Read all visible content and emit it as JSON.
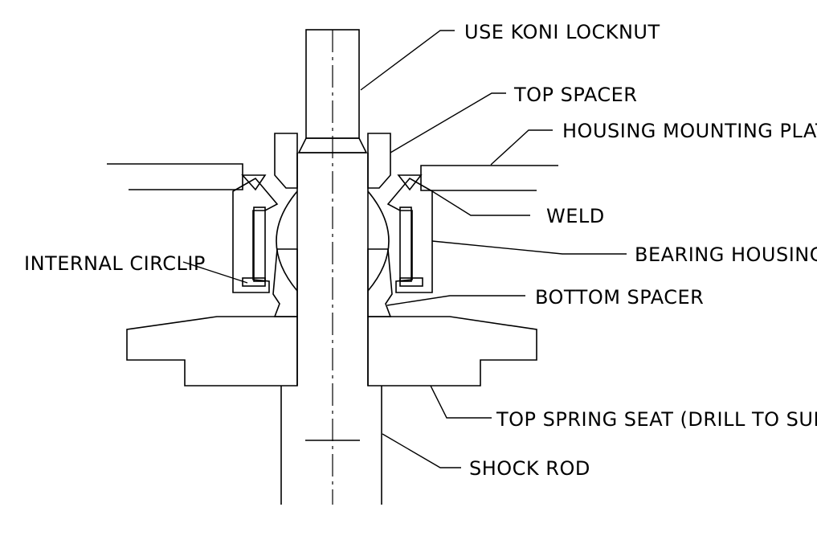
{
  "labels": {
    "locknut": "USE KONI LOCKNUT",
    "top_spacer": "TOP SPACER",
    "mounting_plate": "HOUSING MOUNTING PLATE",
    "weld": "WELD",
    "bearing_housing": "BEARING HOUSING",
    "internal_circlip": "INTERNAL CIRCLIP",
    "bottom_spacer": "BOTTOM SPACER",
    "spring_seat": "TOP SPRING SEAT (DRILL TO SUIT)",
    "shock_rod": "SHOCK ROD"
  }
}
